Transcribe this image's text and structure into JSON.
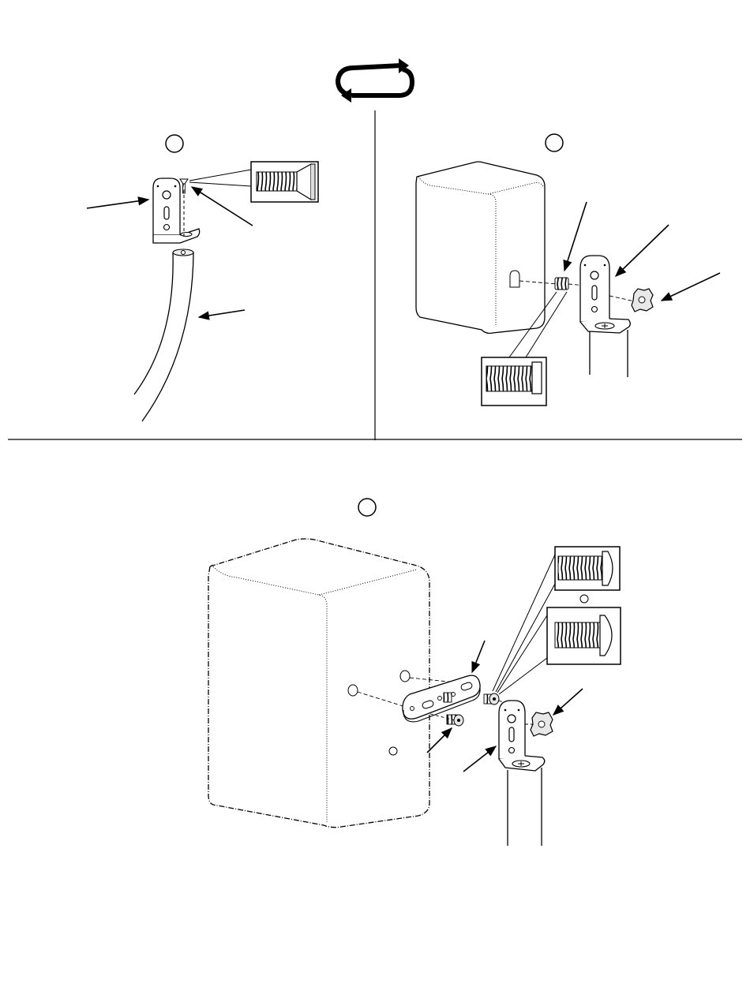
{
  "page": {
    "background": "#ffffff",
    "ink": "#000000",
    "fill_light": "#e6e6e6"
  },
  "header": {
    "icon": "repeat-cycle-icon"
  },
  "steps": [
    {
      "number": "",
      "panel": "top-left"
    },
    {
      "number": "",
      "panel": "top-right"
    },
    {
      "number": "",
      "panel": "bottom"
    }
  ],
  "callouts": {
    "bottom_small_circle_a": "",
    "bottom_small_circle_b": ""
  }
}
